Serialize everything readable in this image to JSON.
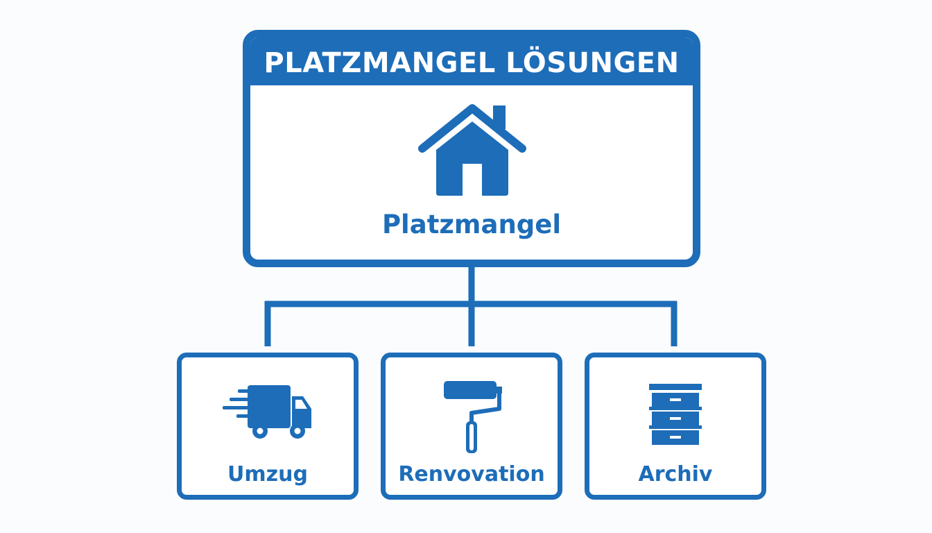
{
  "title": "PLATZMANGEL LÖSUNGEN",
  "root": {
    "label": "Platzmangel",
    "icon": "house-icon"
  },
  "children": [
    {
      "label": "Umzug",
      "icon": "moving-truck-icon"
    },
    {
      "label": "Renvovation",
      "icon": "paint-roller-icon"
    },
    {
      "label": "Archiv",
      "icon": "storage-boxes-icon"
    }
  ],
  "colors": {
    "primary": "#1d6db8",
    "background": "#fbfcfd",
    "box_fill": "#ffffff"
  }
}
